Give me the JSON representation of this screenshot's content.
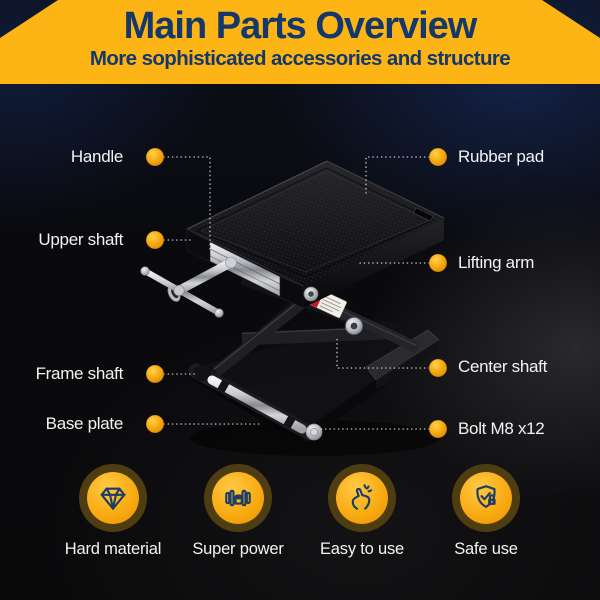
{
  "header": {
    "title": "Main Parts Overview",
    "subtitle": "More sophisticated accessories and structure"
  },
  "parts": {
    "left": [
      {
        "label": "Handle"
      },
      {
        "label": "Upper shaft"
      },
      {
        "label": "Frame shaft"
      },
      {
        "label": "Base plate"
      }
    ],
    "right": [
      {
        "label": "Rubber pad"
      },
      {
        "label": "Lifting arm"
      },
      {
        "label": "Center shaft"
      },
      {
        "label": "Bolt M8 x12"
      }
    ]
  },
  "features": [
    {
      "label": "Hard material",
      "icon": "diamond-icon"
    },
    {
      "label": "Super power",
      "icon": "dumbbell-fist-icon"
    },
    {
      "label": "Easy to use",
      "icon": "snap-fingers-icon"
    },
    {
      "label": "Safe use",
      "icon": "shield-check-lock-icon"
    }
  ],
  "colors": {
    "header_bg": "#FDB515",
    "header_text": "#15386B",
    "accent_dot": "#F5A312",
    "label_text": "#F3F3F3",
    "background": "#0A0B10"
  }
}
